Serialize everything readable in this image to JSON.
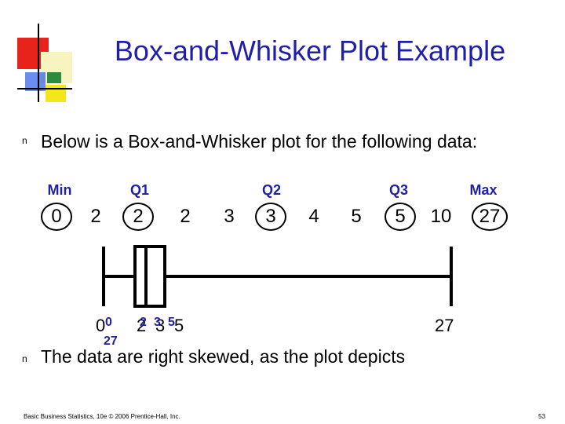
{
  "slide": {
    "title": "Box-and-Whisker Plot Example",
    "bullet_1": "Below is a Box-and-Whisker plot for the following data:",
    "bullet_2": "The data are right skewed, as the plot depicts",
    "footer_left": "Basic Business Statistics, 10e © 2006 Prentice-Hall, Inc.",
    "page_number": "53",
    "bullet_glyph": "n"
  },
  "labels": {
    "min": "Min",
    "q1": "Q1",
    "q2": "Q2",
    "q3": "Q3",
    "max": "Max"
  },
  "data_values": [
    "0",
    "2",
    "2",
    "2",
    "3",
    "3",
    "4",
    "5",
    "5",
    "10",
    "27"
  ],
  "plot_axis": {
    "under_labels": [
      "0",
      "2",
      "3",
      "5"
    ],
    "max_label": "27",
    "overlay_labels": [
      "0",
      "2",
      "3",
      "5"
    ],
    "overlay_max": "27"
  },
  "colors": {
    "title": "#1f1fa8",
    "accent_red": "#e8231b",
    "accent_yellow": "#f3e61b",
    "accent_blue": "#1b4fe8",
    "accent_green": "#2d8a3f"
  }
}
